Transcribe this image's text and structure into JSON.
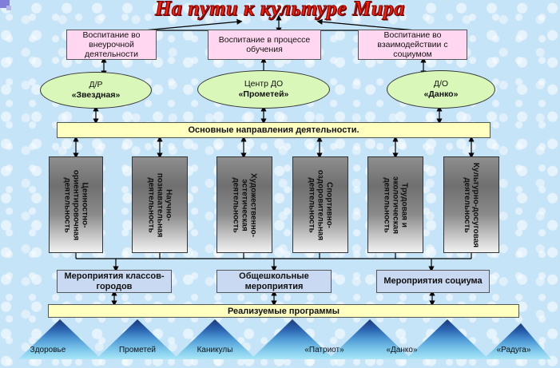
{
  "title": "На пути к культуре Мира",
  "top_boxes": [
    {
      "text": "Воспитание во внеурочной деятельности"
    },
    {
      "text": "Воспитание в процессе обучения"
    },
    {
      "text": "Воспитание во взаимодействии с социумом"
    }
  ],
  "ellipses": [
    {
      "line1": "Д/Р",
      "line2": "«Звездная»"
    },
    {
      "line1": "Центр ДО",
      "line2": "«Прометей»"
    },
    {
      "line1": "Д/О",
      "line2": "«Данко»"
    }
  ],
  "directions_bar": "Основные направления деятельности.",
  "activities": [
    {
      "text": "Ценностно-ориентировочная деятельность"
    },
    {
      "text": "Научно-познавательная деятельность"
    },
    {
      "text": "Художественно-эстетическая деятельность"
    },
    {
      "text": "Спортивно-оздоровительная деятельность"
    },
    {
      "text": "Трудовая и экологическая деятельность"
    },
    {
      "text": "Культурно-досуговая деятельность"
    }
  ],
  "events": [
    {
      "text": "Мероприятия классов-городов"
    },
    {
      "text": "Общешкольные мероприятия"
    },
    {
      "text": "Мероприятия социума"
    }
  ],
  "programs_bar": "Реализуемые программы",
  "programs": [
    {
      "text": "Здоровье"
    },
    {
      "text": "Прометей"
    },
    {
      "text": "Каникулы"
    },
    {
      "text": "«Патриот»"
    },
    {
      "text": "«Данко»"
    },
    {
      "text": "«Радуга»"
    }
  ],
  "colors": {
    "title": "#ff1a00",
    "pink_box": "#ffd7f0",
    "ellipse": "#d9f7b8",
    "yellow_bar": "#ffffc0",
    "blue_box": "#c9d9f2",
    "background": "#c6e4f8"
  }
}
